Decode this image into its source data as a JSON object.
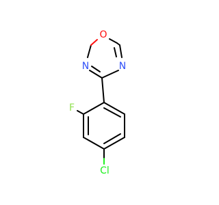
{
  "molecule": {
    "atoms": {
      "oxygen": "O",
      "nitrogen_left": "N",
      "nitrogen_right": "N",
      "fluorine": "F",
      "chlorine": "Cl"
    },
    "colors": {
      "bond": "#000000",
      "oxygen": "#ff0d0d",
      "nitrogen": "#3050f8",
      "fluorine": "#90e050",
      "chlorine": "#1ff01f",
      "background": "#ffffff"
    }
  }
}
